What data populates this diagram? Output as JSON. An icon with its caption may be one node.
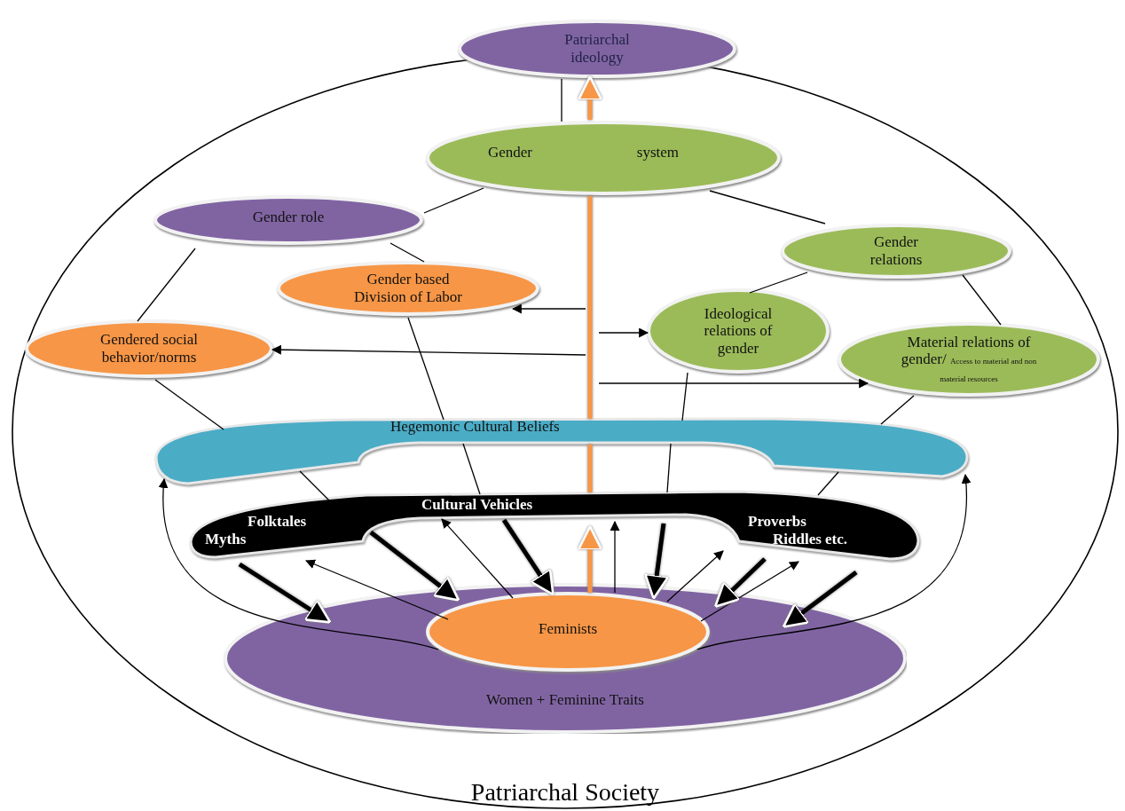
{
  "diagram": {
    "nodes": [
      {
        "text": [
          "Patriarchal Society"
        ]
      },
      {
        "text": [
          "Patriarchal ideology"
        ]
      },
      {
        "text": [
          "Gender",
          "system"
        ],
        "in": 0
      },
      {
        "text": [
          "Gender role"
        ],
        "in": 0
      },
      {
        "text": [
          "Gender based Division of Labor"
        ],
        "in": 0
      },
      {
        "text": [
          "Gendered social behavior/norms"
        ],
        "in": 0
      },
      {
        "text": [
          "Gender relations"
        ],
        "in": 0
      },
      {
        "text": [
          "Ideological relations of gender"
        ],
        "in": 0
      },
      {
        "text": [
          "Material relations of gender/",
          "Access to material and non material resources"
        ],
        "in": 0
      },
      {
        "text": [
          "Hegemonic Cultural Beliefs"
        ],
        "in": 0
      },
      {
        "text": [
          "Cultural Vehicles",
          "Folktales",
          "Proverbs",
          "Myths",
          "Riddles etc."
        ],
        "in": 0
      },
      {
        "text": [
          "Women + Feminine Traits"
        ],
        "in": 0
      },
      {
        "text": [
          "Feminists"
        ],
        "in": 11
      }
    ],
    "edges": [
      {
        "from": 1,
        "to": 2,
        "arrow": "none"
      },
      {
        "from": 2,
        "to": 3,
        "arrow": "none"
      },
      {
        "from": 2,
        "to": 6,
        "arrow": "none"
      },
      {
        "from": 3,
        "to": 4,
        "arrow": "none"
      },
      {
        "from": 3,
        "to": 5,
        "arrow": "none"
      },
      {
        "from": 6,
        "to": 7,
        "arrow": "none"
      },
      {
        "from": 6,
        "to": 8,
        "arrow": "none"
      },
      {
        "from": 5,
        "to": 9,
        "arrow": "none"
      },
      {
        "from": 4,
        "to": 9,
        "arrow": "none"
      },
      {
        "from": 7,
        "to": 9,
        "arrow": "none"
      },
      {
        "from": 8,
        "to": 9,
        "arrow": "none"
      },
      {
        "from": 9,
        "to": 10,
        "arrow": "none"
      },
      {
        "from": 9,
        "to": 10,
        "arrow": "none"
      },
      {
        "from": 9,
        "to": 10,
        "arrow": "none"
      },
      {
        "from": 9,
        "to": 10,
        "arrow": "none"
      },
      {
        "from": 9,
        "to": 2,
        "arrow": "none",
        "style": "thick",
        "color": "#f79646"
      },
      {
        "from": null,
        "to": 4,
        "arrow": "to"
      },
      {
        "from": null,
        "to": 5,
        "arrow": "to"
      },
      {
        "from": null,
        "to": 7,
        "arrow": "to"
      },
      {
        "from": null,
        "to": 8,
        "arrow": "to"
      },
      {
        "from": 12,
        "to": 9,
        "arrow": "to"
      },
      {
        "from": 12,
        "to": 9,
        "arrow": "to"
      },
      {
        "from": 12,
        "to": 10,
        "arrow": "to"
      },
      {
        "from": 12,
        "to": 10,
        "arrow": "to"
      },
      {
        "from": 12,
        "to": 10,
        "arrow": "to"
      },
      {
        "from": 12,
        "to": 10,
        "arrow": "to"
      },
      {
        "from": 12,
        "to": 10,
        "arrow": "to"
      },
      {
        "from": 12,
        "to": 10,
        "arrow": "to",
        "style": "thick",
        "color": "#f79646"
      },
      {
        "from": 10,
        "to": 11,
        "arrow": "to",
        "style": "thick"
      },
      {
        "from": 10,
        "to": 11,
        "arrow": "to",
        "style": "thick"
      },
      {
        "from": 10,
        "to": 11,
        "arrow": "to",
        "style": "thick"
      },
      {
        "from": 10,
        "to": 11,
        "arrow": "to",
        "style": "thick"
      },
      {
        "from": 10,
        "to": 11,
        "arrow": "to",
        "style": "thick"
      },
      {
        "from": 10,
        "to": 11,
        "arrow": "to",
        "style": "thick"
      },
      {
        "from": 2,
        "to": 1,
        "arrow": "to",
        "style": "thick",
        "color": "#f79646"
      },
      {
        "from": 10,
        "to": 9,
        "arrow": "none",
        "style": "thick",
        "color": "#f79646"
      }
    ]
  }
}
